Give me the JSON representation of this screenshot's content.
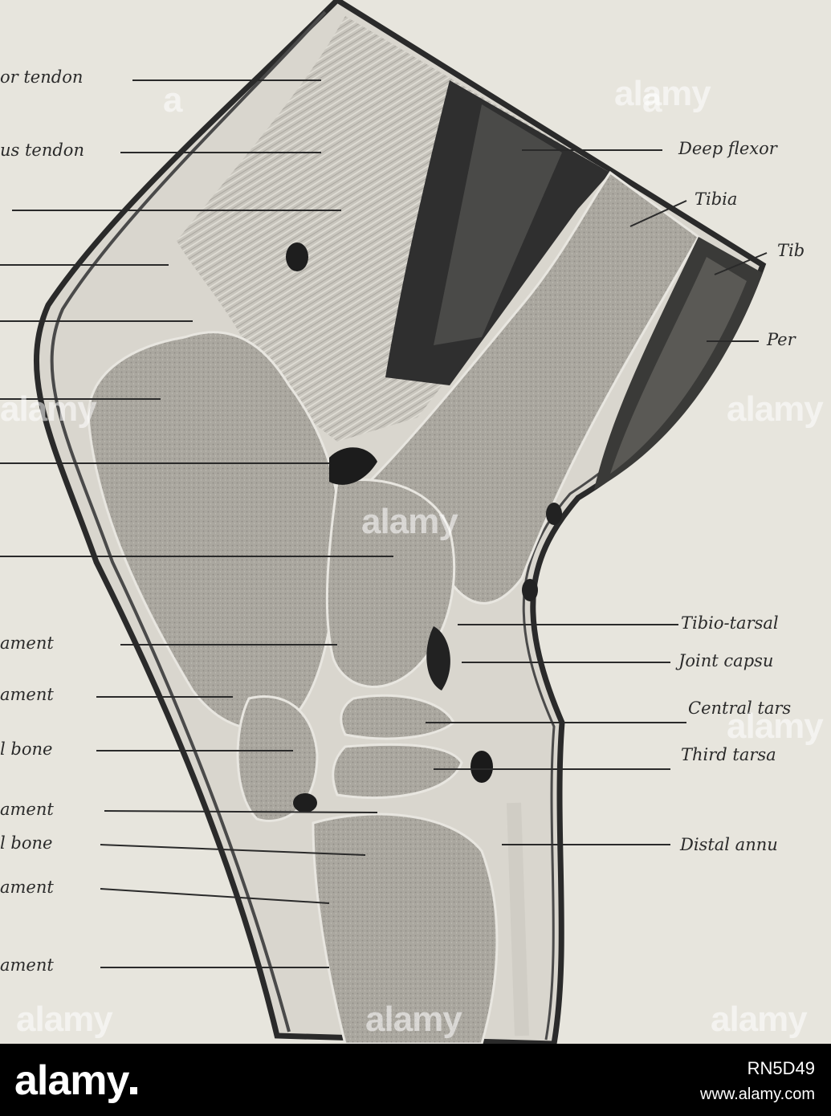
{
  "labels": {
    "left": [
      "or tendon",
      "us tendon",
      "ament",
      "ament",
      "l bone",
      "ament",
      "l bone",
      "ament",
      "ament"
    ],
    "right": [
      "Deep flexor",
      "Tibia",
      "Tib",
      "Per",
      "Tibio-tarsal",
      "Joint capsu",
      "Central tars",
      "Third tarsa",
      "Distal annu"
    ]
  },
  "watermark": {
    "text": "alamy",
    "tile": "a"
  },
  "footer": {
    "brand": "alamy",
    "stock_id": "RN5D49",
    "site": "www.alamy.com"
  }
}
